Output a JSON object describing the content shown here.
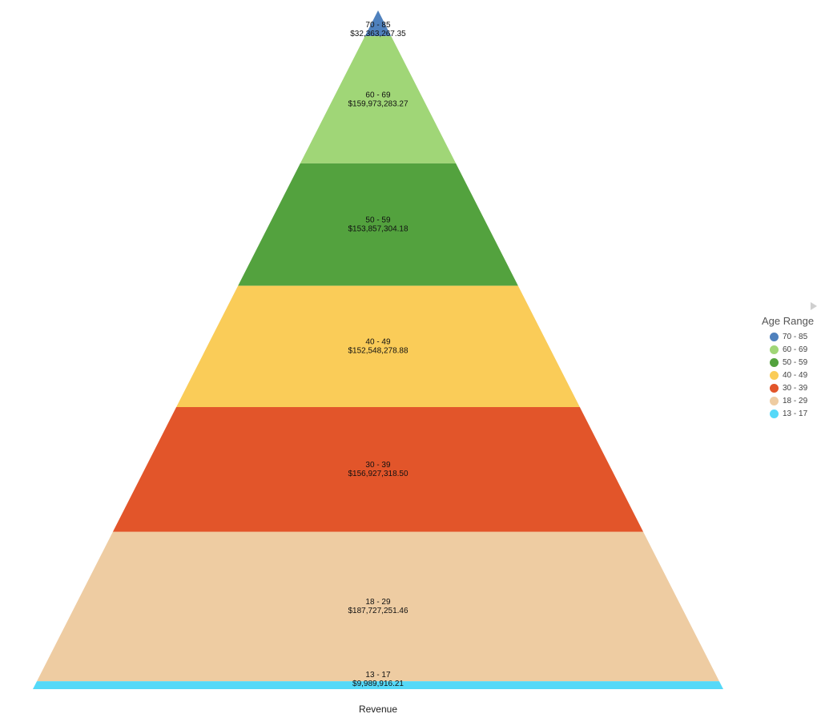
{
  "chart_data": {
    "type": "pyramid",
    "xlabel": "Revenue",
    "legend": {
      "title": "Age Range",
      "placement": "right"
    },
    "segments": [
      {
        "category": "70 - 85",
        "value_label": "$32,363,267.35",
        "value": 32363267.35,
        "color": "#4F81BD"
      },
      {
        "category": "60 - 69",
        "value_label": "$159,973,283.27",
        "value": 159973283.27,
        "color": "#A0D677"
      },
      {
        "category": "50 - 59",
        "value_label": "$153,857,304.18",
        "value": 153857304.18,
        "color": "#53A23E"
      },
      {
        "category": "40 - 49",
        "value_label": "$152,548,278.88",
        "value": 152548278.88,
        "color": "#FACC58"
      },
      {
        "category": "30 - 39",
        "value_label": "$156,927,318.50",
        "value": 156927318.5,
        "color": "#E2552A"
      },
      {
        "category": "18 - 29",
        "value_label": "$187,727,251.46",
        "value": 187727251.46,
        "color": "#EECCA2"
      },
      {
        "category": "13 - 17",
        "value_label": "$9,989,916.21",
        "value": 9989916.21,
        "color": "#55D9F8"
      }
    ]
  }
}
